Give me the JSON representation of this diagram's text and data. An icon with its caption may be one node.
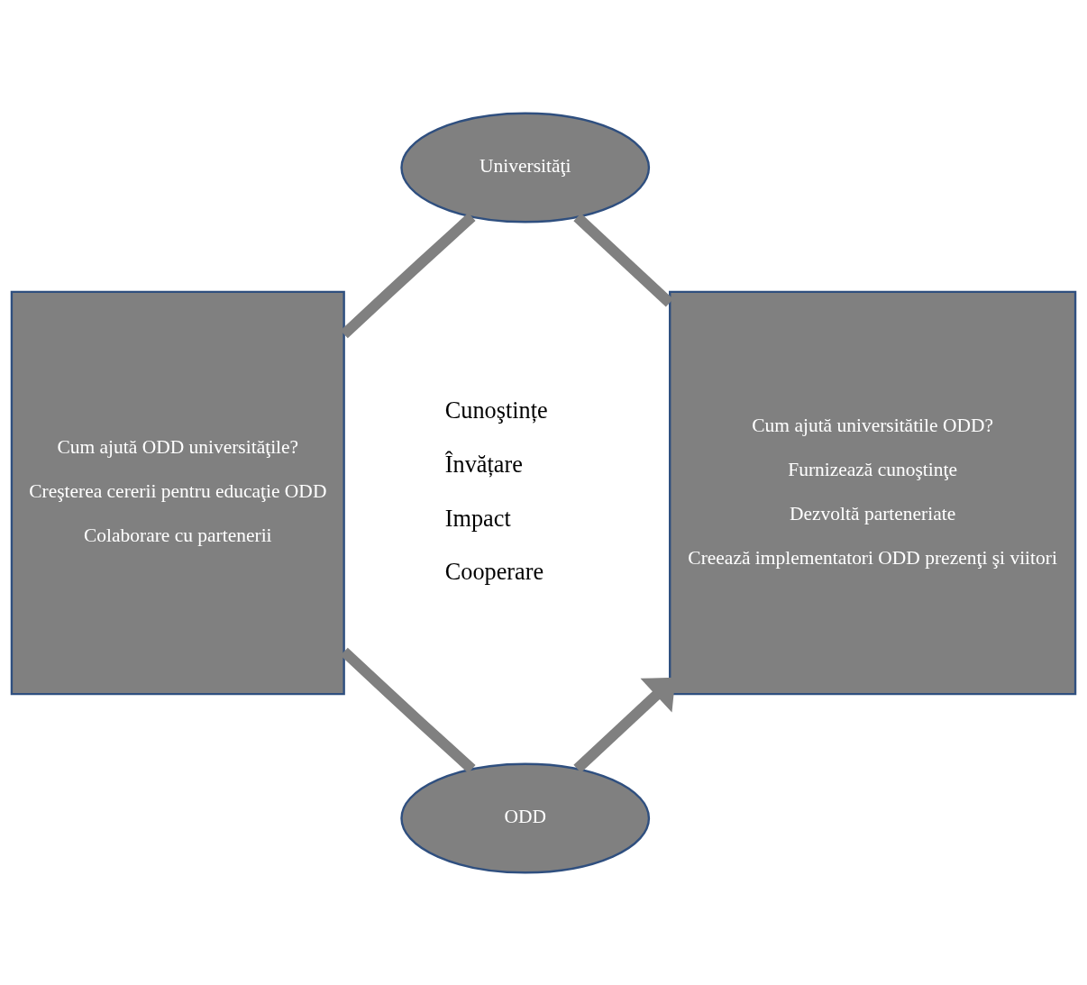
{
  "diagram": {
    "nodes": [
      {
        "text": [
          "Universităţi"
        ]
      },
      {
        "text": [
          "Cum ajută ODD universităţile?",
          "Creşterea cererii pentru educaţie ODD",
          "Colaborare cu partenerii"
        ]
      },
      {
        "text": [
          "Cum ajută universitătile ODD?",
          "Furnizează cunoştinţe",
          "Dezvoltă parteneriate",
          "Creează implementatori ODD prezenţi şi viitori"
        ]
      },
      {
        "text": [
          "ODD"
        ]
      }
    ],
    "edges": [
      {
        "from": 1,
        "to": 0,
        "arrow": "none"
      },
      {
        "from": 0,
        "to": 2,
        "arrow": "none"
      },
      {
        "from": 1,
        "to": 3,
        "arrow": "none"
      },
      {
        "from": 3,
        "to": 2,
        "arrow": "to"
      }
    ],
    "labels": [
      "Cunoştințe",
      "Învățare",
      "Impact",
      "Cooperare"
    ]
  }
}
